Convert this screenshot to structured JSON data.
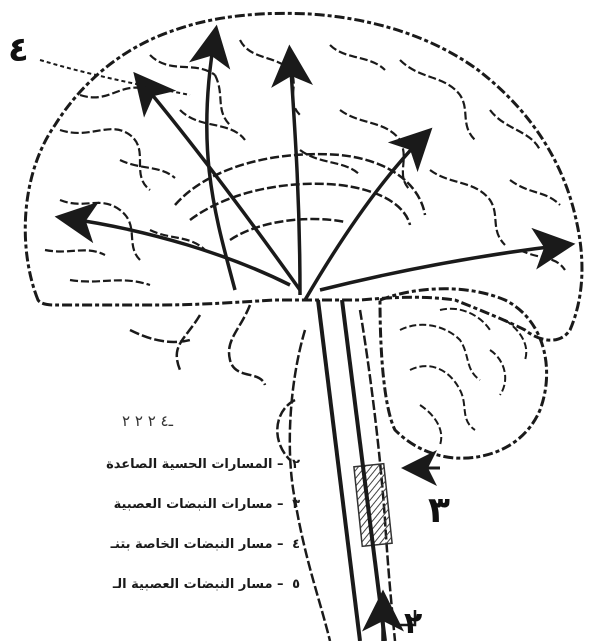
{
  "markers": {
    "four": "٤",
    "three": "٣",
    "two": "٢",
    "stray": "ـ٤ ٢ ٢ ٢"
  },
  "legend": [
    {
      "num": "٢",
      "text": "– المسارات الحسية الصاعدة"
    },
    {
      "num": "٣",
      "text": "– مسارات النبضات العصبية"
    },
    {
      "num": "٤",
      "text": "– مسار النبضات الخاصة بتنـ"
    },
    {
      "num": "٥",
      "text": "– مسار النبضات العصبية الـ"
    }
  ],
  "colors": {
    "ink": "#1a1a1a",
    "background": "#ffffff",
    "hatch": "#555555"
  }
}
